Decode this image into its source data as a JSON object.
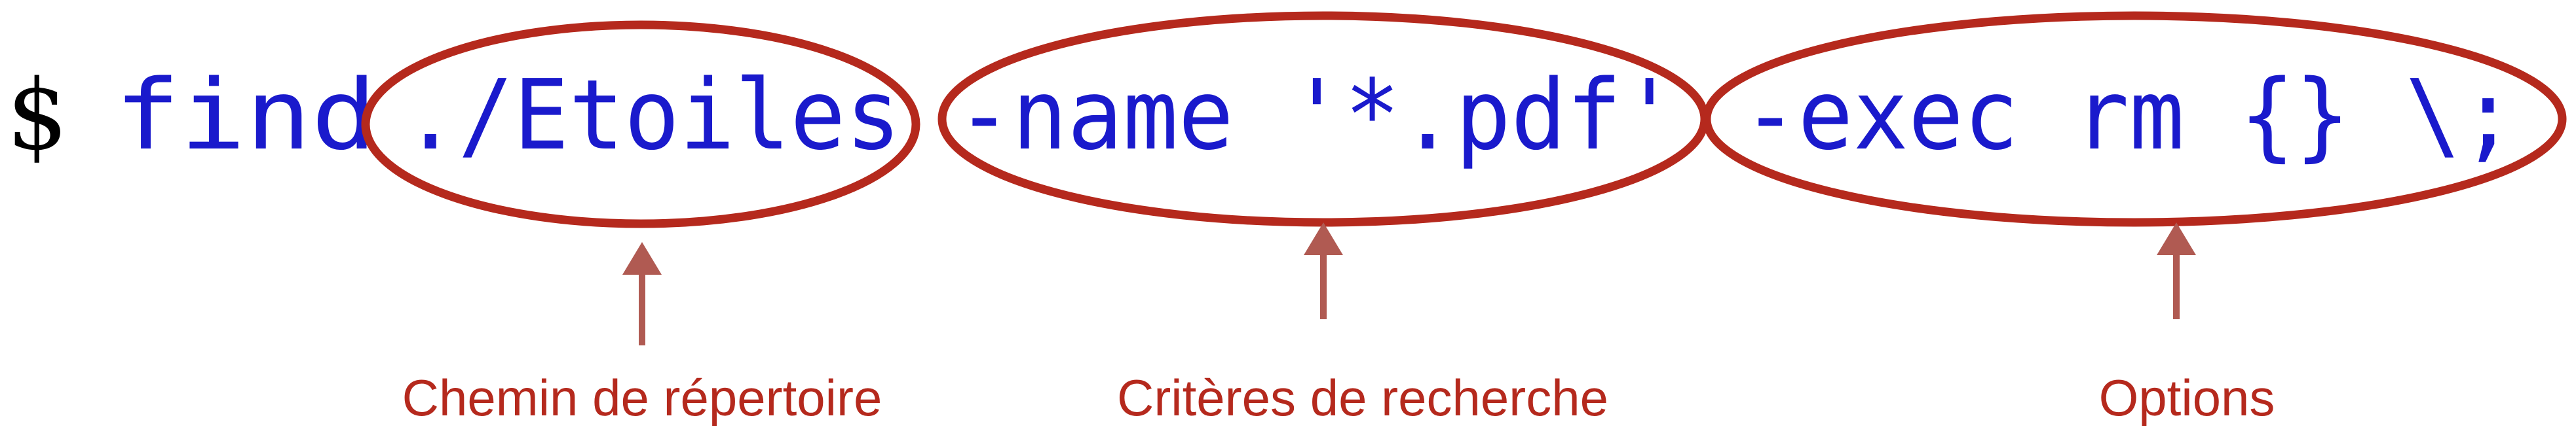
{
  "command": {
    "prompt": "$",
    "program": "find",
    "path": "./Etoiles",
    "criteria": "-name '*.pdf'",
    "options": "-exec rm {} \\;"
  },
  "annotations": {
    "path_label": "Chemin de répertoire",
    "criteria_label": "Critères de recherche",
    "options_label": "Options"
  },
  "colors": {
    "command_text": "#1a1acc",
    "prompt_text": "#000000",
    "annotation": "#b5291d",
    "arrow": "#b05a52"
  }
}
